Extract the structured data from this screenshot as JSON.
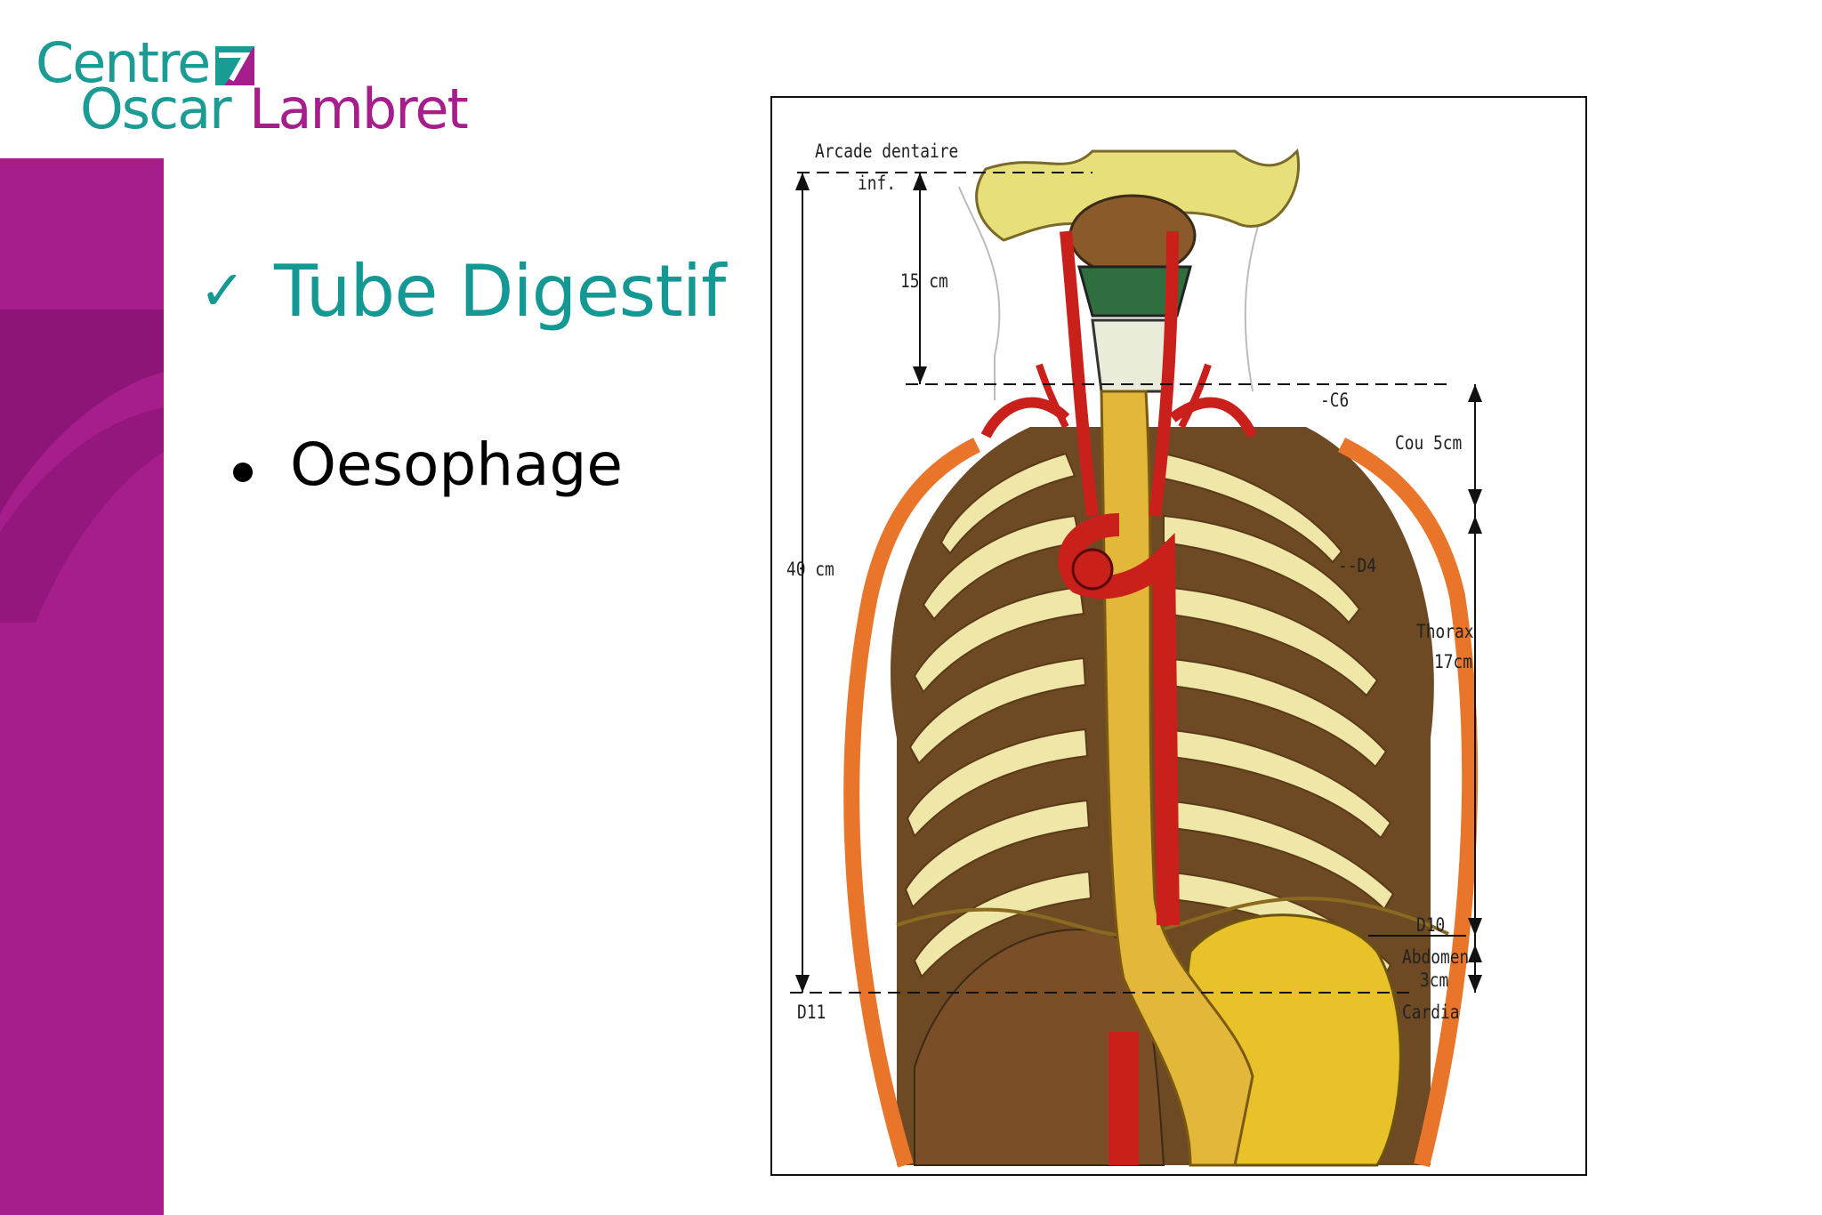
{
  "logo": {
    "line1": "Centre",
    "line2_left": "Oscar",
    "line2_right": "Lambret",
    "teal": "#1a9b93",
    "magenta": "#a51e8c"
  },
  "slide": {
    "check_symbol": "✓",
    "title": "Tube Digestif",
    "bullet": "Oesophage"
  },
  "diagram": {
    "labels": {
      "arcade": "Arcade dentaire",
      "inf": "inf.",
      "d15": "15 cm",
      "total": "40  cm",
      "c6": "-C6",
      "cou": "Cou 5cm",
      "d4": "--D4",
      "thorax": "Thorax",
      "thorax_len": "17cm",
      "d10": "D10",
      "abdomen": "Abdomen",
      "abdomen_len": "3cm",
      "d11": "D11",
      "cardia": "Cardia"
    }
  }
}
